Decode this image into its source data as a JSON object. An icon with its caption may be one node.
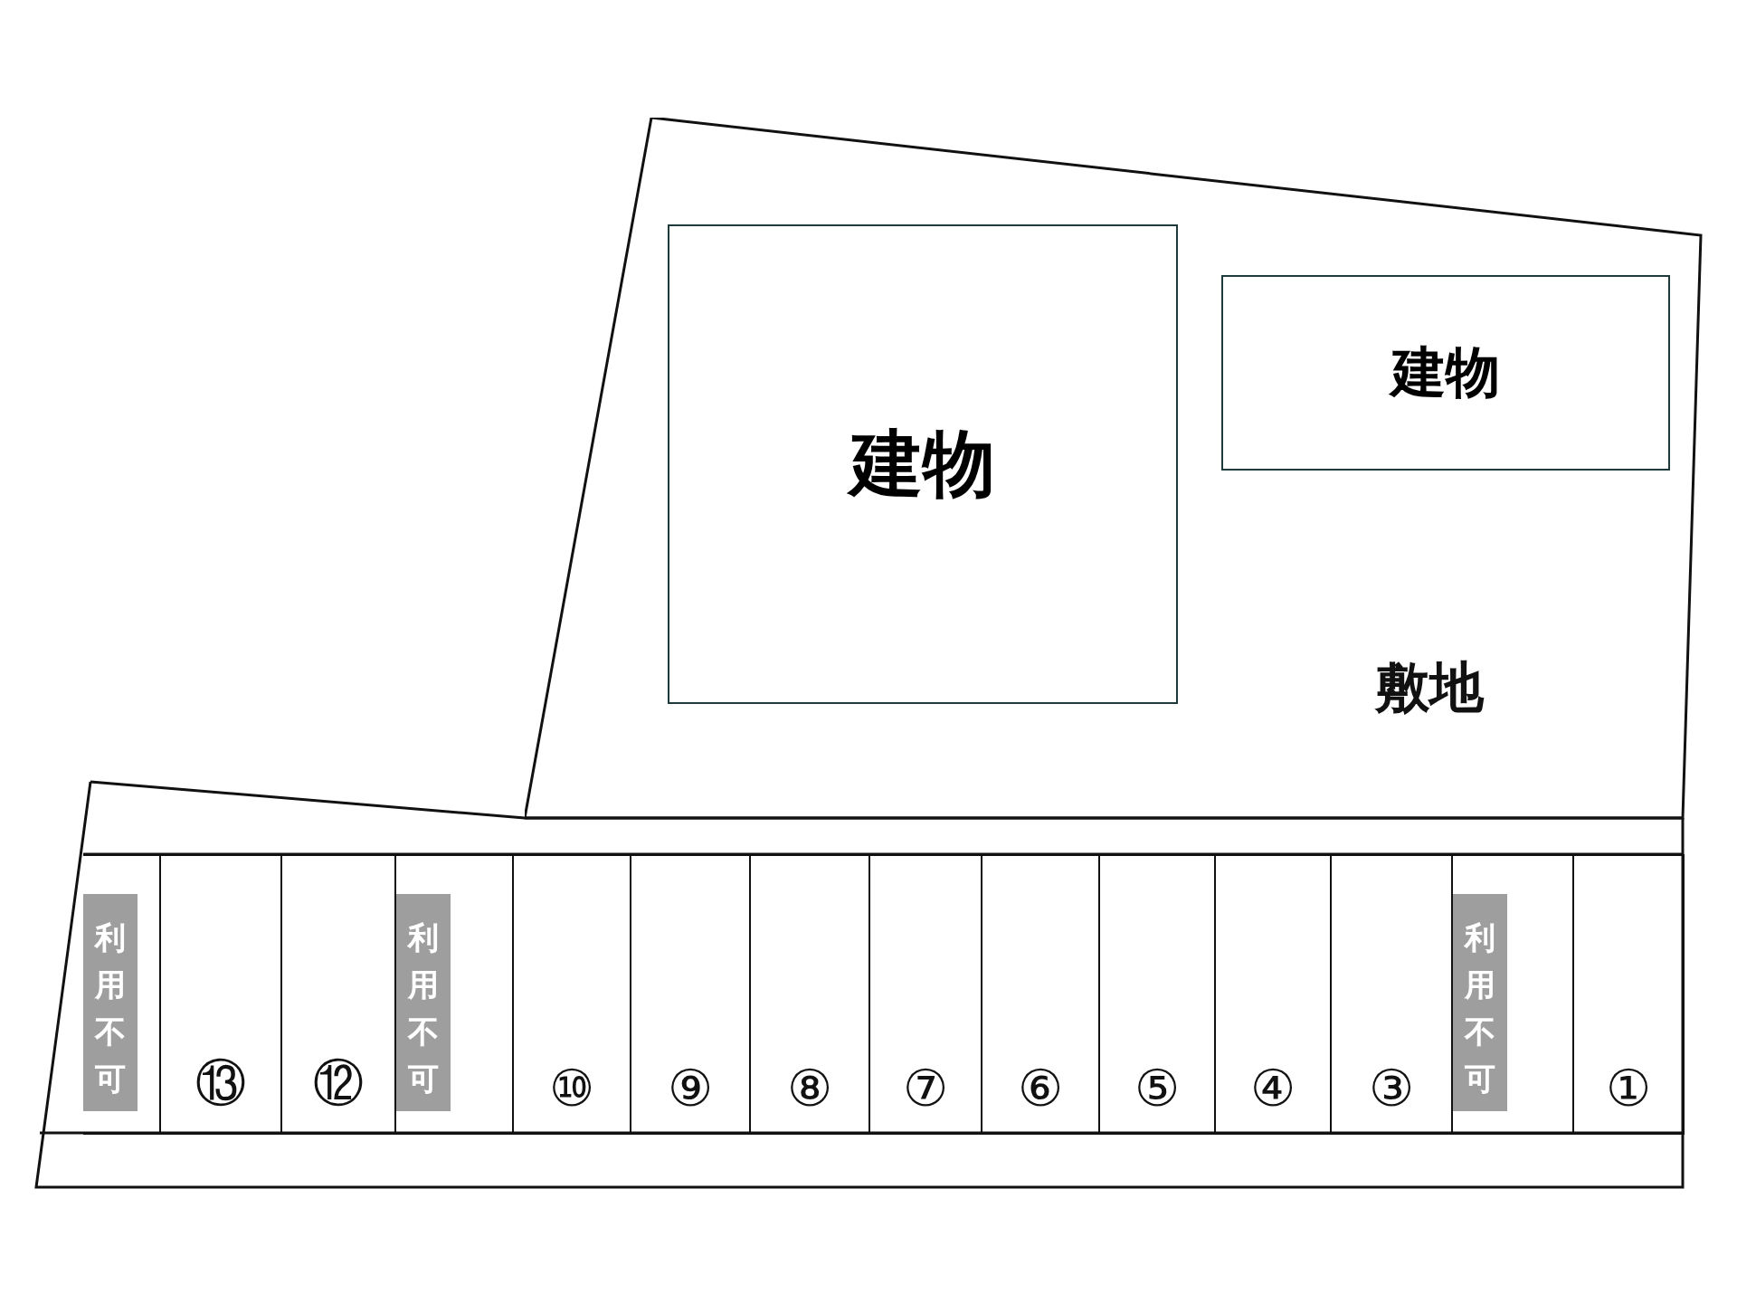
{
  "diagram": {
    "nodes": [
      {
        "text": [
          "敷地"
        ]
      },
      {
        "text": [
          "建物"
        ],
        "in": 0
      },
      {
        "text": [
          "建物"
        ],
        "in": 0
      },
      {
        "text": [],
        "shape": "box"
      },
      {
        "text": [
          "利用不可"
        ],
        "in": 3
      },
      {
        "text": [
          "⑬"
        ]
      },
      {
        "text": [
          "⑫"
        ]
      },
      {
        "text": [],
        "shape": "box"
      },
      {
        "text": [
          "利用不可"
        ],
        "in": 7
      },
      {
        "text": [
          "⑩"
        ]
      },
      {
        "text": [
          "⑨"
        ]
      },
      {
        "text": [
          "⑧"
        ]
      },
      {
        "text": [
          "⑦"
        ]
      },
      {
        "text": [
          "⑥"
        ]
      },
      {
        "text": [
          "⑤"
        ]
      },
      {
        "text": [
          "④"
        ]
      },
      {
        "text": [
          "③"
        ]
      },
      {
        "text": [],
        "shape": "box"
      },
      {
        "text": [
          "利用不可"
        ],
        "in": 17
      },
      {
        "text": [
          "①"
        ]
      }
    ],
    "edges": []
  }
}
